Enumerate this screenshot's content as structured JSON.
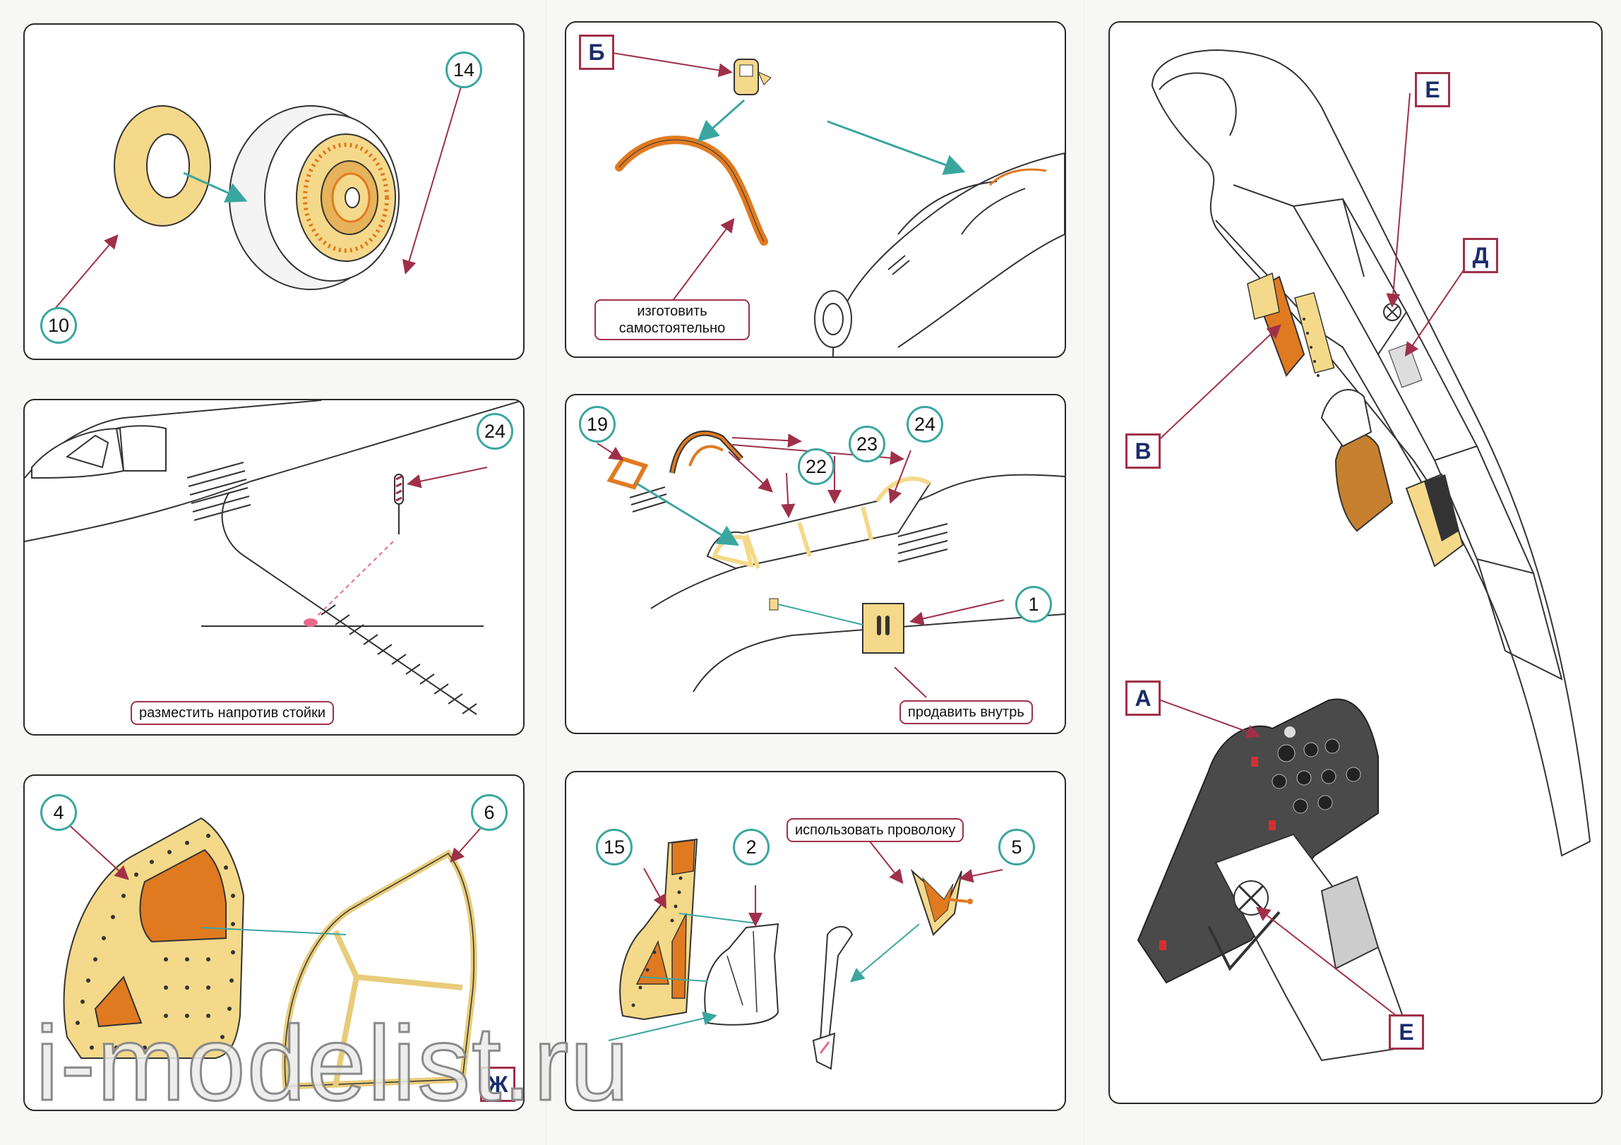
{
  "callouts": {
    "p1_n14": "14",
    "p1_n10": "10",
    "p3_n24": "24",
    "p5_n4": "4",
    "p5_n6": "6",
    "p4_n19": "19",
    "p4_n22": "22",
    "p4_n23": "23",
    "p4_n24": "24",
    "p4_n1": "1",
    "p6_n15": "15",
    "p6_n2": "2",
    "p6_n5": "5"
  },
  "letters": {
    "b": "Б",
    "zh": "Ж",
    "e_top": "Е",
    "d": "Д",
    "v": "В",
    "a": "А",
    "e_bottom": "Е"
  },
  "notes": {
    "make_yourself": "изготовить самостоятельно",
    "place_opposite": "разместить напротив стойки",
    "push_inside": "продавить внутрь",
    "use_wire": "использовать проволоку"
  },
  "watermark": "i-modelist.ru",
  "colors": {
    "callout_border": "#3aa6a0",
    "letter_border": "#a0304a",
    "arrow_red": "#a0304a",
    "arrow_teal": "#3aa6a0",
    "photoetch_fill": "#f5d98a",
    "orange": "#e07a20",
    "panel_dark": "#4a4a4a"
  }
}
